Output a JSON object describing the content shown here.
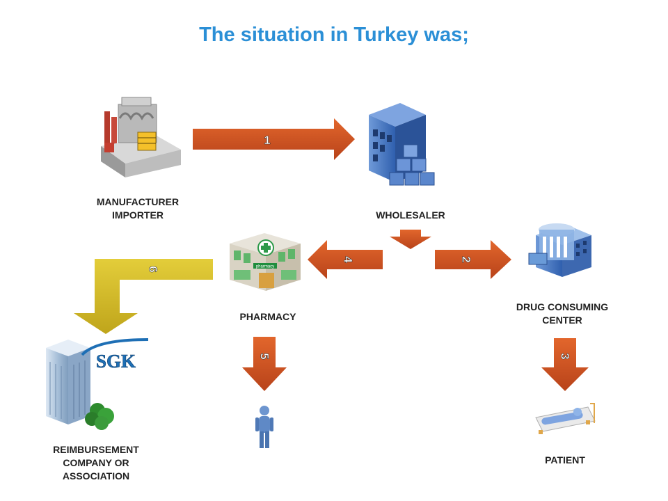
{
  "title": "The situation in Turkey was;",
  "nodes": {
    "manufacturer": {
      "line1": "MANUFACTURER",
      "line2": "IMPORTER"
    },
    "wholesaler": {
      "line1": "WHOLESALER"
    },
    "pharmacy": {
      "line1": "PHARMACY"
    },
    "drug_center": {
      "line1": "DRUG CONSUMING",
      "line2": "CENTER"
    },
    "reimbursement": {
      "line1": "REIMBURSEMENT",
      "line2": "COMPANY OR",
      "line3": "ASSOCIATION"
    },
    "patient": {
      "line1": "PATIENT"
    }
  },
  "sgk_logo_text": "SGK",
  "pharmacy_sign_text": "pharmacy",
  "arrows": {
    "a1": "1",
    "a2": "2",
    "a3": "3",
    "a4": "4",
    "a5": "5",
    "a6": "6"
  },
  "colors": {
    "title": "#2b8fd6",
    "arrow": "#c9501c",
    "arrow_yellow": "#d4bd27"
  }
}
